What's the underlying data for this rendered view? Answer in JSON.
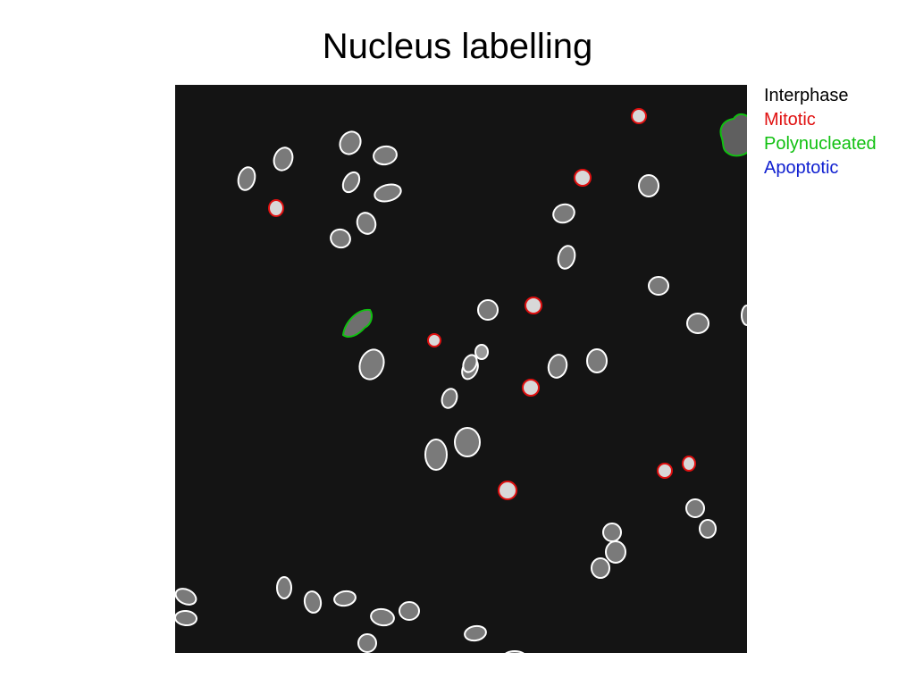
{
  "title": "Nucleus labelling",
  "legend": {
    "interphase": "Interphase",
    "mitotic": "Mitotic",
    "polynucleated": "Polynucleated",
    "apoptotic": "Apoptotic"
  },
  "colors": {
    "interphase": "#ffffff",
    "mitotic": "#e01010",
    "polynucleated": "#10c010",
    "apoptotic": "#1020d0",
    "background": "#141414",
    "nucleus_fill": "#7a7a7a"
  }
}
